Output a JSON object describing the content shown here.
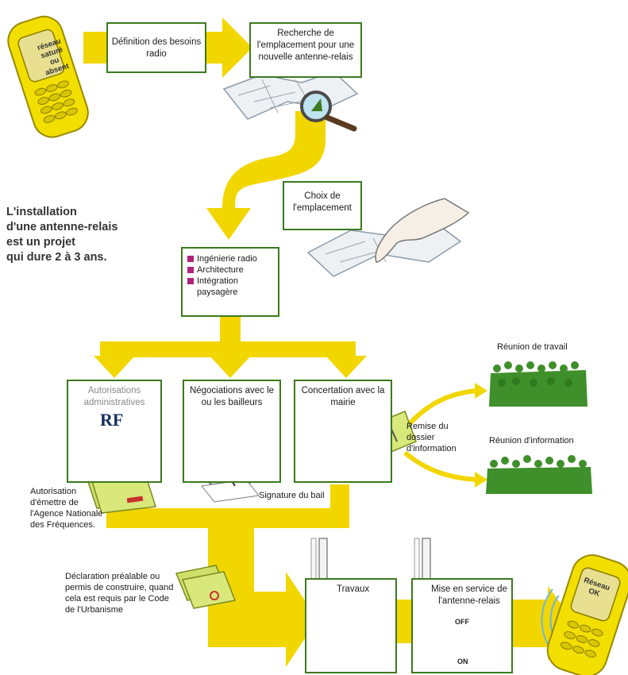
{
  "title": "L'installation d'une antenne-relais est un projet qui dure 2 à 3 ans.",
  "title_lines": [
    "L'installation",
    "d'une antenne-relais",
    "est un projet",
    "qui dure 2 à 3 ans."
  ],
  "phone_start": {
    "lines": [
      "réseau",
      "saturé",
      "ou",
      "absent"
    ]
  },
  "phone_end": {
    "lines": [
      "Réseau",
      "OK"
    ]
  },
  "steps": {
    "definition": "Définition des besoins radio",
    "recherche": "Recherche de l'emplacement pour une nouvelle antenne-relais",
    "choix": "Choix de l'emplacement",
    "autorisations": "Autorisations administratives",
    "negociations": "Négociations avec le ou les bailleurs",
    "concertation": "Concertation avec la mairie",
    "travaux": "Travaux",
    "mise_en_service": "Mise en service de l'antenne-relais"
  },
  "ingenierie_list": [
    "Ingénierie radio",
    "Architecture",
    "Intégration paysagère"
  ],
  "labels": {
    "rf": "RF",
    "signature": "Signature du bail",
    "autorisation_emettre": "Autorisation d'émettre de l'Agence Nationale des Fréquences.",
    "declaration": "Déclaration préalable ou permis de construire, quand cela est requis par le Code de l'Urbanisme",
    "remise": "Remise du dossier d'information",
    "reunion_travail": "Réunion de travail",
    "reunion_information": "Réunion d'information",
    "off": "OFF",
    "on": "ON"
  },
  "colors": {
    "arrow_yellow": "#f2d600",
    "box_border": "#3c7a1e",
    "crowd_green": "#3f8f2a",
    "bullet_magenta": "#b0237a",
    "phone_yellow": "#f2df00"
  },
  "icons": [
    "phone-icon",
    "map-icon",
    "magnifier-icon",
    "hand-icon",
    "rf-shield-icon",
    "document-icon",
    "building-icon",
    "bust-icon",
    "crowd-icon",
    "antenna-icon",
    "screwdriver-icon",
    "switch-icon",
    "signal-waves-icon"
  ]
}
